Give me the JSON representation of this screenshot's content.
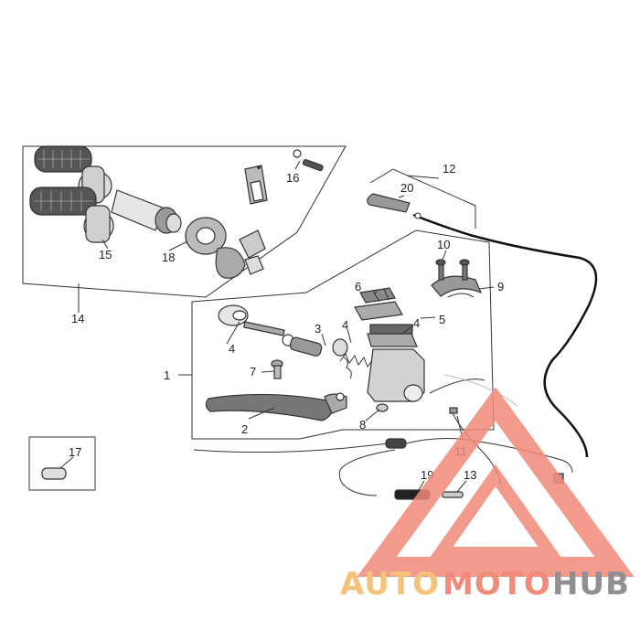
{
  "diagram": {
    "callouts": [
      "1",
      "2",
      "3",
      "4",
      "4",
      "4",
      "5",
      "6",
      "7",
      "8",
      "9",
      "10",
      "11",
      "12",
      "13",
      "14",
      "15",
      "16",
      "17",
      "18",
      "19",
      "20"
    ]
  },
  "watermark": {
    "text_part1": "AUTO",
    "text_part2": "MOTO",
    "text_part3": "HUB",
    "color_auto": "#f5c27a",
    "color_moto": "#f08a7a",
    "color_hub": "#8f9094",
    "triangle_color": "#f08a7a"
  }
}
